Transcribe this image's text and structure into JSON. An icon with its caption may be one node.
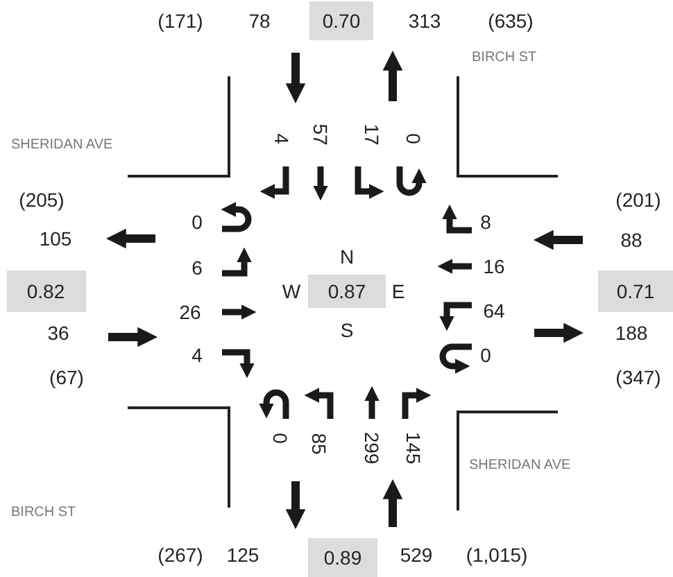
{
  "diagram": {
    "nodes": [
      {
        "text": [
          "0.70"
        ]
      },
      {
        "text": [
          "0.82"
        ]
      },
      {
        "text": [
          "0.87"
        ],
        "beside": [
          "N",
          "W",
          "E",
          "S"
        ]
      },
      {
        "text": [
          "0.71"
        ]
      },
      {
        "text": [
          "0.89"
        ]
      }
    ],
    "labels": [
      "(171)",
      "78",
      "313",
      "(635)",
      "BIRCH ST",
      "SHERIDAN AVE",
      "4",
      "57",
      "17",
      "0",
      "(205)",
      "(201)",
      "105",
      "0",
      "8",
      "88",
      "6",
      "16",
      "26",
      "64",
      "36",
      "188",
      "4",
      "0",
      "(67)",
      "(347)",
      "0",
      "85",
      "299",
      "145",
      "SHERIDAN AVE",
      "BIRCH ST",
      "(267)",
      "125",
      "529",
      "(1,015)"
    ]
  }
}
